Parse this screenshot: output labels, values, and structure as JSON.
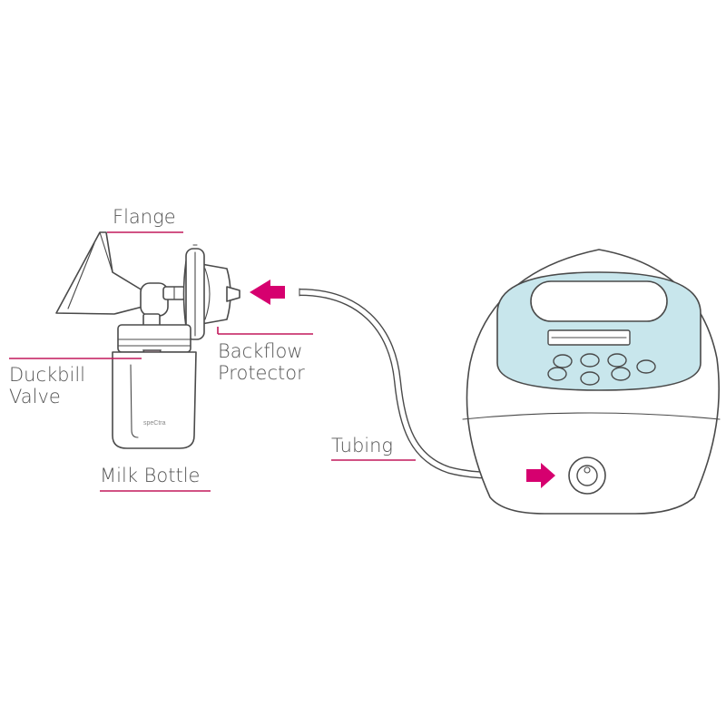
{
  "labels": {
    "flange": "Flange",
    "backflow_line1": "Backflow",
    "backflow_line2": "Protector",
    "duckbill_line1": "Duckbill",
    "duckbill_line2": "Valve",
    "milk_bottle": "Milk Bottle",
    "tubing": "Tubing"
  },
  "bottle_brand": "speCtra",
  "colors": {
    "accent": "#d6006f",
    "leader": "#c2185b",
    "panel": "#c8e6ec",
    "outline": "#4a4a4a"
  },
  "icons": {
    "flow_arrows": "right-pointing-arrow"
  }
}
